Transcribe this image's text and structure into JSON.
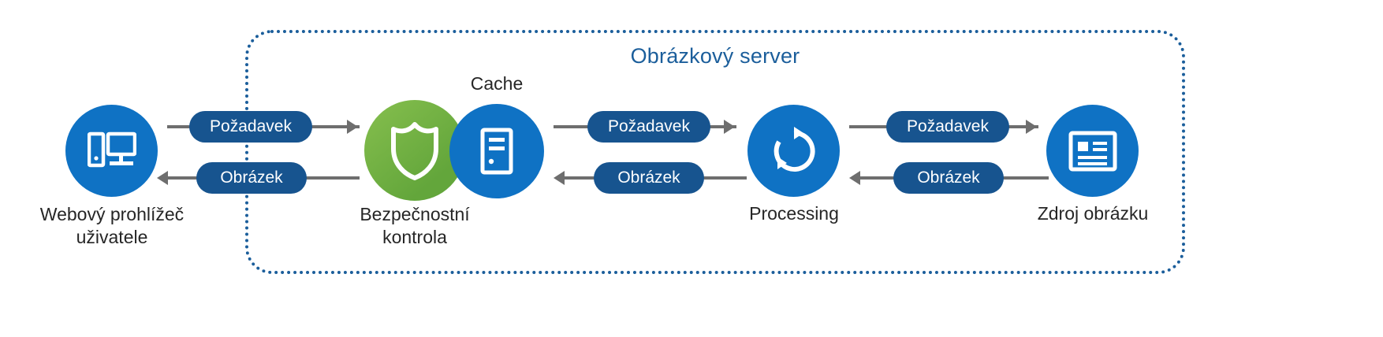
{
  "diagram": {
    "title": "Obrázkový server",
    "title_color": "#1B5E9B",
    "container_border_color": "#1B5E9B",
    "pill_color": "#17548F",
    "connector_color": "#6E6E6E",
    "node_blue": "#0F72C4",
    "node_green": "#63A63B",
    "nodes": [
      {
        "id": "web-browser",
        "icon": "desktop-computer-icon",
        "label_line1": "Webový prohlížeč",
        "label_line2": "uživatele",
        "color": "#0F72C4"
      },
      {
        "id": "security-check",
        "icon": "shield-icon",
        "label_line1": "Bezpečnostní",
        "label_line2": "kontrola",
        "color": "#63A63B"
      },
      {
        "id": "cache",
        "icon": "server-rack-icon",
        "label_line1": "Cache",
        "label_line2": "",
        "color": "#0F72C4"
      },
      {
        "id": "processing",
        "icon": "refresh-cycle-icon",
        "label_line1": "Processing",
        "label_line2": "",
        "color": "#0F72C4"
      },
      {
        "id": "image-source",
        "icon": "image-list-icon",
        "label_line1": "Zdroj obrázku",
        "label_line2": "",
        "color": "#0F72C4"
      }
    ],
    "flows": [
      {
        "id": "flow-1-request",
        "label": "Požadavek",
        "direction": "right"
      },
      {
        "id": "flow-1-image",
        "label": "Obrázek",
        "direction": "left"
      },
      {
        "id": "flow-2-request",
        "label": "Požadavek",
        "direction": "right"
      },
      {
        "id": "flow-2-image",
        "label": "Obrázek",
        "direction": "left"
      },
      {
        "id": "flow-3-request",
        "label": "Požadavek",
        "direction": "right"
      },
      {
        "id": "flow-3-image",
        "label": "Obrázek",
        "direction": "left"
      }
    ]
  }
}
